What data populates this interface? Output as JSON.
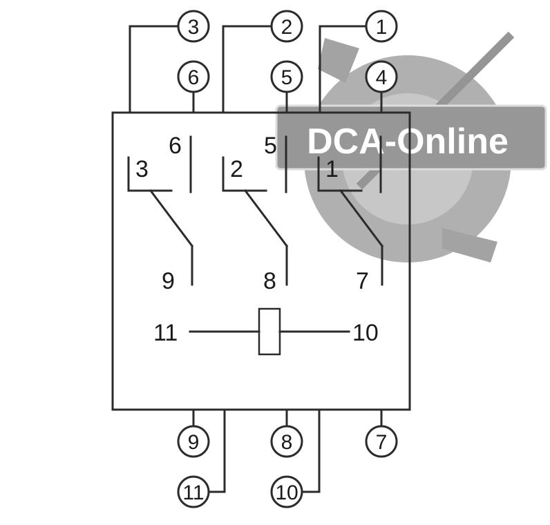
{
  "watermark": {
    "text": "DCA-Online"
  },
  "top_terminals": [
    "3",
    "2",
    "1",
    "6",
    "5",
    "4"
  ],
  "bottom_terminals": [
    "9",
    "8",
    "7",
    "11",
    "10"
  ],
  "contacts": {
    "pole1": {
      "no": "6",
      "com_top": "3",
      "nc": "9"
    },
    "pole2": {
      "no": "5",
      "com_top": "2",
      "nc": "8"
    },
    "pole3": {
      "no": "4",
      "com_top": "1",
      "nc": "7"
    }
  },
  "inner_labels": {
    "l6": "6",
    "l5": "5",
    "l3": "3",
    "l2": "2",
    "l1": "1",
    "l9": "9",
    "l8": "8",
    "l7": "7",
    "l11": "11",
    "l10": "10"
  },
  "terminal_circles": {
    "t3": "3",
    "t2": "2",
    "t1": "1",
    "t6": "6",
    "t5": "5",
    "t4": "4",
    "t9": "9",
    "t8": "8",
    "t7": "7",
    "t11": "11",
    "t10": "10"
  },
  "colors": {
    "line": "#2b2b2b",
    "watermark": "#8c8c8c"
  }
}
